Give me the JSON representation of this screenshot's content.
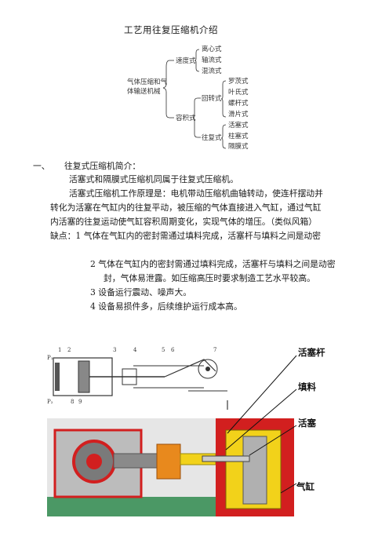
{
  "title": "工艺用往复压缩机介绍",
  "tree": {
    "root": [
      "气体压缩和气",
      "体输送机械"
    ],
    "branch_a": "速度式",
    "branch_a_items": [
      "离心式",
      "轴流式",
      "混流式"
    ],
    "branch_b": "容积式",
    "rotary": "回转式",
    "rotary_items": [
      "罗茨式",
      "叶氏式",
      "螺杆式",
      "滑片式"
    ],
    "reciprocating": "往复式",
    "reciprocating_items": [
      "活塞式",
      "柱塞式",
      "隔膜式"
    ]
  },
  "section": {
    "number": "一、",
    "heading": "往复式压缩机简介：",
    "lines": [
      "活塞式和隔膜式压缩机同属于往复式压缩机。",
      "活塞式压缩机工作原理是：电机带动压缩机曲轴转动，使连杆摆动并",
      "转化为活塞在气缸内的往复平动，被压缩的气体直接进入气缸，通过气缸",
      "内活塞的往复运动使气缸容积周期变化，实现气体的增压。（类似风箱）",
      "缺点：1 气体在气缸内的密封需通过填料完成，活塞杆与填料之间是动密",
      "2 气体在气缸内的密封需通过填料完成，活塞杆与填料之间是动密",
      "封，气体易泄露。如压缩高压时要求制造工艺水平较高。",
      "3 设备运行震动、噪声大。",
      "4  设备易损件多，后续维护运行成本高。"
    ]
  },
  "figure": {
    "schematic_numbers": [
      "1",
      "2",
      "3",
      "4",
      "5",
      "6",
      "7",
      "8",
      "9"
    ],
    "schematic_labels": [
      "P₁",
      "P₂"
    ],
    "callouts": [
      "活塞杆",
      "填料",
      "活塞",
      "气缸"
    ],
    "colors": {
      "red": "#d21f1f",
      "yellow": "#f2d21a",
      "orange": "#e8891d",
      "green": "#2f8a4e",
      "gray": "#7a7a7a"
    }
  }
}
